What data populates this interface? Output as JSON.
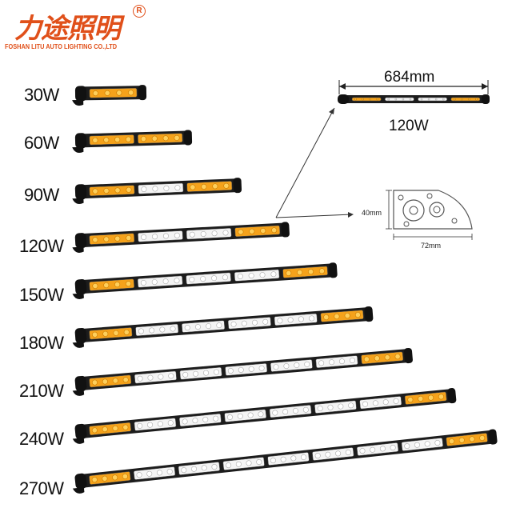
{
  "brand": {
    "logo_text": "力途照明",
    "registered_mark": "R",
    "company_name": "FOSHAN LITU AUTO LIGHTING CO.,LTD"
  },
  "products": [
    {
      "wattage_label": "30W",
      "segments": [
        "amber"
      ]
    },
    {
      "wattage_label": "60W",
      "segments": [
        "amber",
        "amber"
      ]
    },
    {
      "wattage_label": "90W",
      "segments": [
        "amber",
        "white",
        "amber"
      ]
    },
    {
      "wattage_label": "120W",
      "segments": [
        "amber",
        "white",
        "white",
        "amber"
      ]
    },
    {
      "wattage_label": "150W",
      "segments": [
        "amber",
        "white",
        "white",
        "white",
        "amber"
      ]
    },
    {
      "wattage_label": "180W",
      "segments": [
        "amber",
        "white",
        "white",
        "white",
        "white",
        "amber"
      ]
    },
    {
      "wattage_label": "210W",
      "segments": [
        "amber",
        "white",
        "white",
        "white",
        "white",
        "white",
        "amber"
      ]
    },
    {
      "wattage_label": "240W",
      "segments": [
        "amber",
        "white",
        "white",
        "white",
        "white",
        "white",
        "white",
        "amber"
      ]
    },
    {
      "wattage_label": "270W",
      "segments": [
        "amber",
        "white",
        "white",
        "white",
        "white",
        "white",
        "white",
        "white",
        "amber"
      ]
    }
  ],
  "dimension_detail": {
    "length_label": "684mm",
    "model_label": "120W",
    "bracket_height_label": "40mm",
    "bracket_width_label": "72mm"
  },
  "colors": {
    "brand": "#e0501a",
    "amber_led": "#f5a21b",
    "white_led": "#f4f4f4",
    "housing": "#1c1c1c"
  }
}
